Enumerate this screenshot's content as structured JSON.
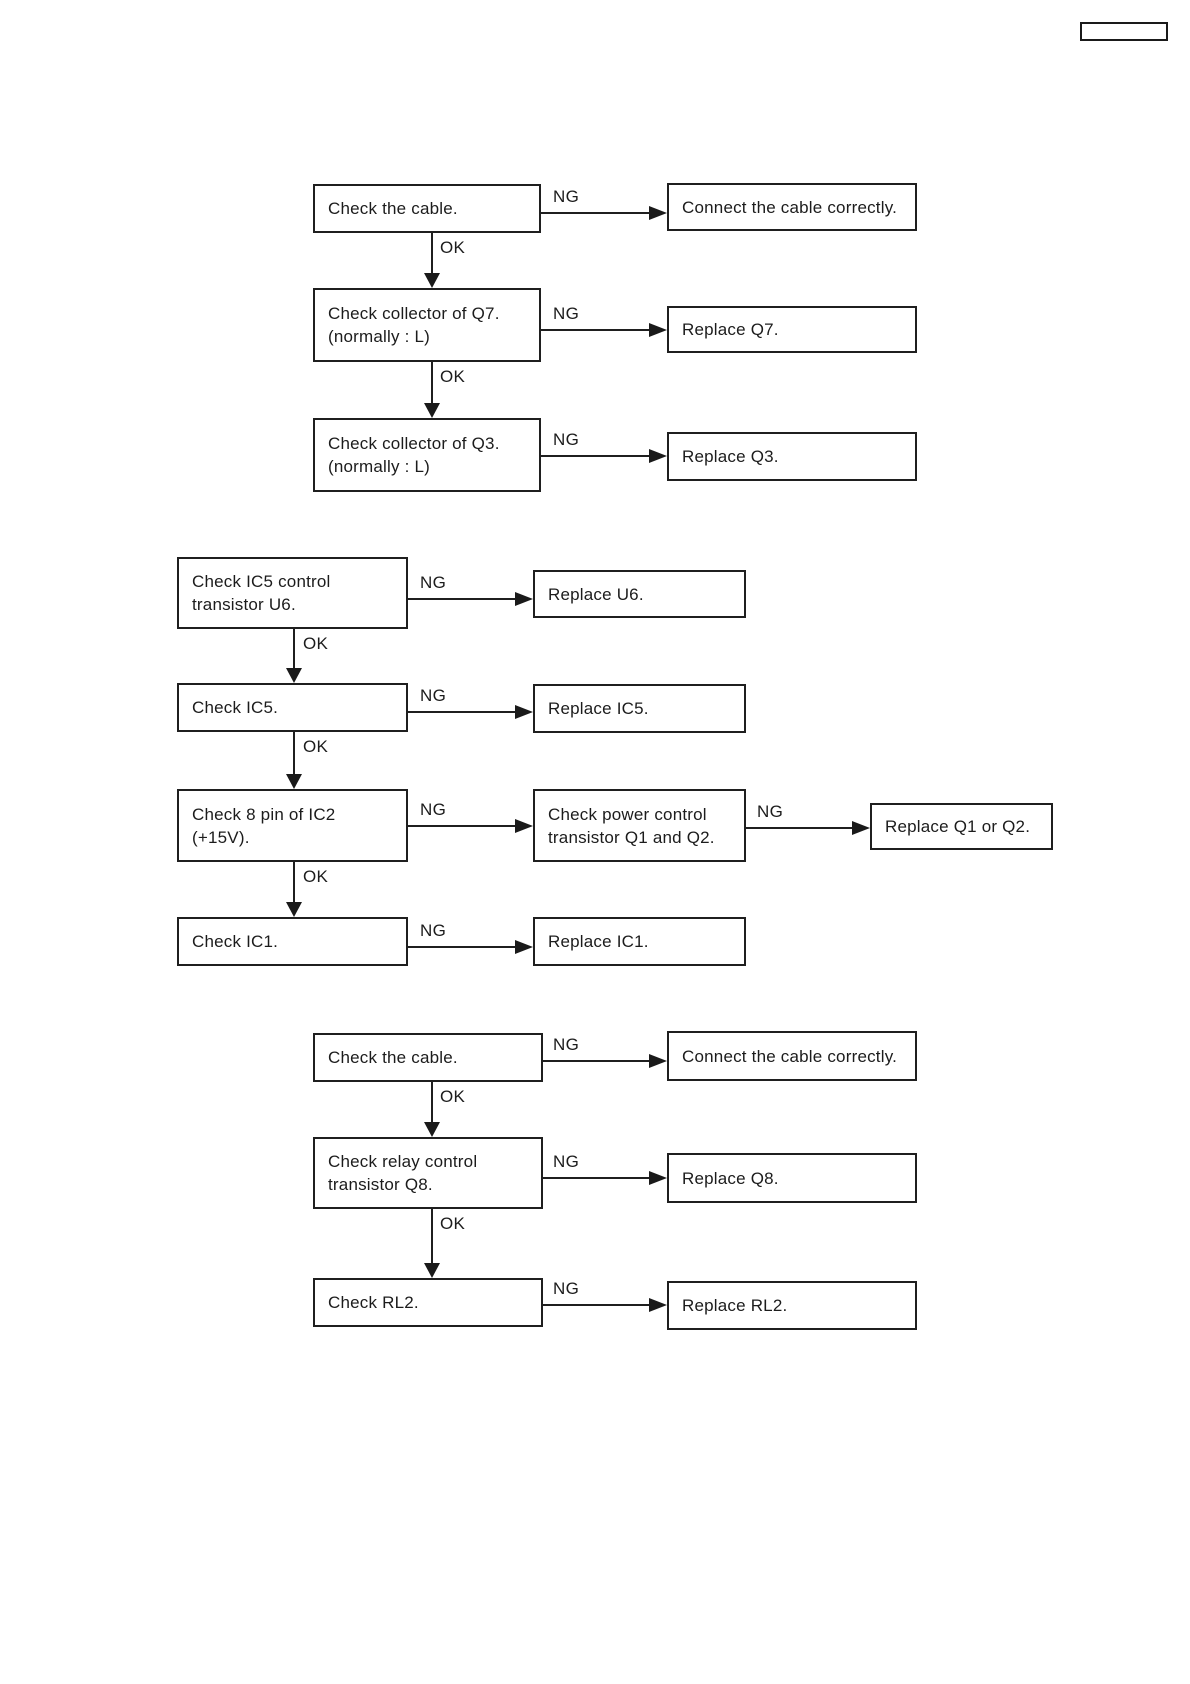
{
  "page": {
    "background": "#ffffff",
    "line_color": "#1f1f1f",
    "description": "Troubleshooting flowchart page with three check/replace flow groups and an empty page-number box at top right"
  },
  "labels": {
    "ok": "OK",
    "ng": "NG"
  },
  "flowcharts": [
    {
      "name": "cable-and-collector-check-flow",
      "steps": [
        {
          "check": "Check the cable.",
          "ng": "Connect the cable correctly."
        },
        {
          "check": "Check collector of Q7.\n(normally : L)",
          "ng": "Replace Q7."
        },
        {
          "check": "Check collector of Q3.\n(normally : L)",
          "ng": "Replace Q3."
        }
      ]
    },
    {
      "name": "ic5-power-check-flow",
      "steps": [
        {
          "check": "Check IC5 control\ntransistor U6.",
          "ng": "Replace U6."
        },
        {
          "check": "Check IC5.",
          "ng": "Replace IC5."
        },
        {
          "check": "Check 8 pin of IC2\n(+15V).",
          "ng": "Check power control\ntransistor Q1 and Q2.",
          "ng2": "Replace Q1 or Q2."
        },
        {
          "check": "Check IC1.",
          "ng": "Replace IC1."
        }
      ]
    },
    {
      "name": "relay-check-flow",
      "steps": [
        {
          "check": "Check the cable.",
          "ng": "Connect the cable correctly."
        },
        {
          "check": "Check relay control\ntransistor Q8.",
          "ng": "Replace Q8."
        },
        {
          "check": "Check RL2.",
          "ng": "Replace RL2."
        }
      ]
    }
  ]
}
